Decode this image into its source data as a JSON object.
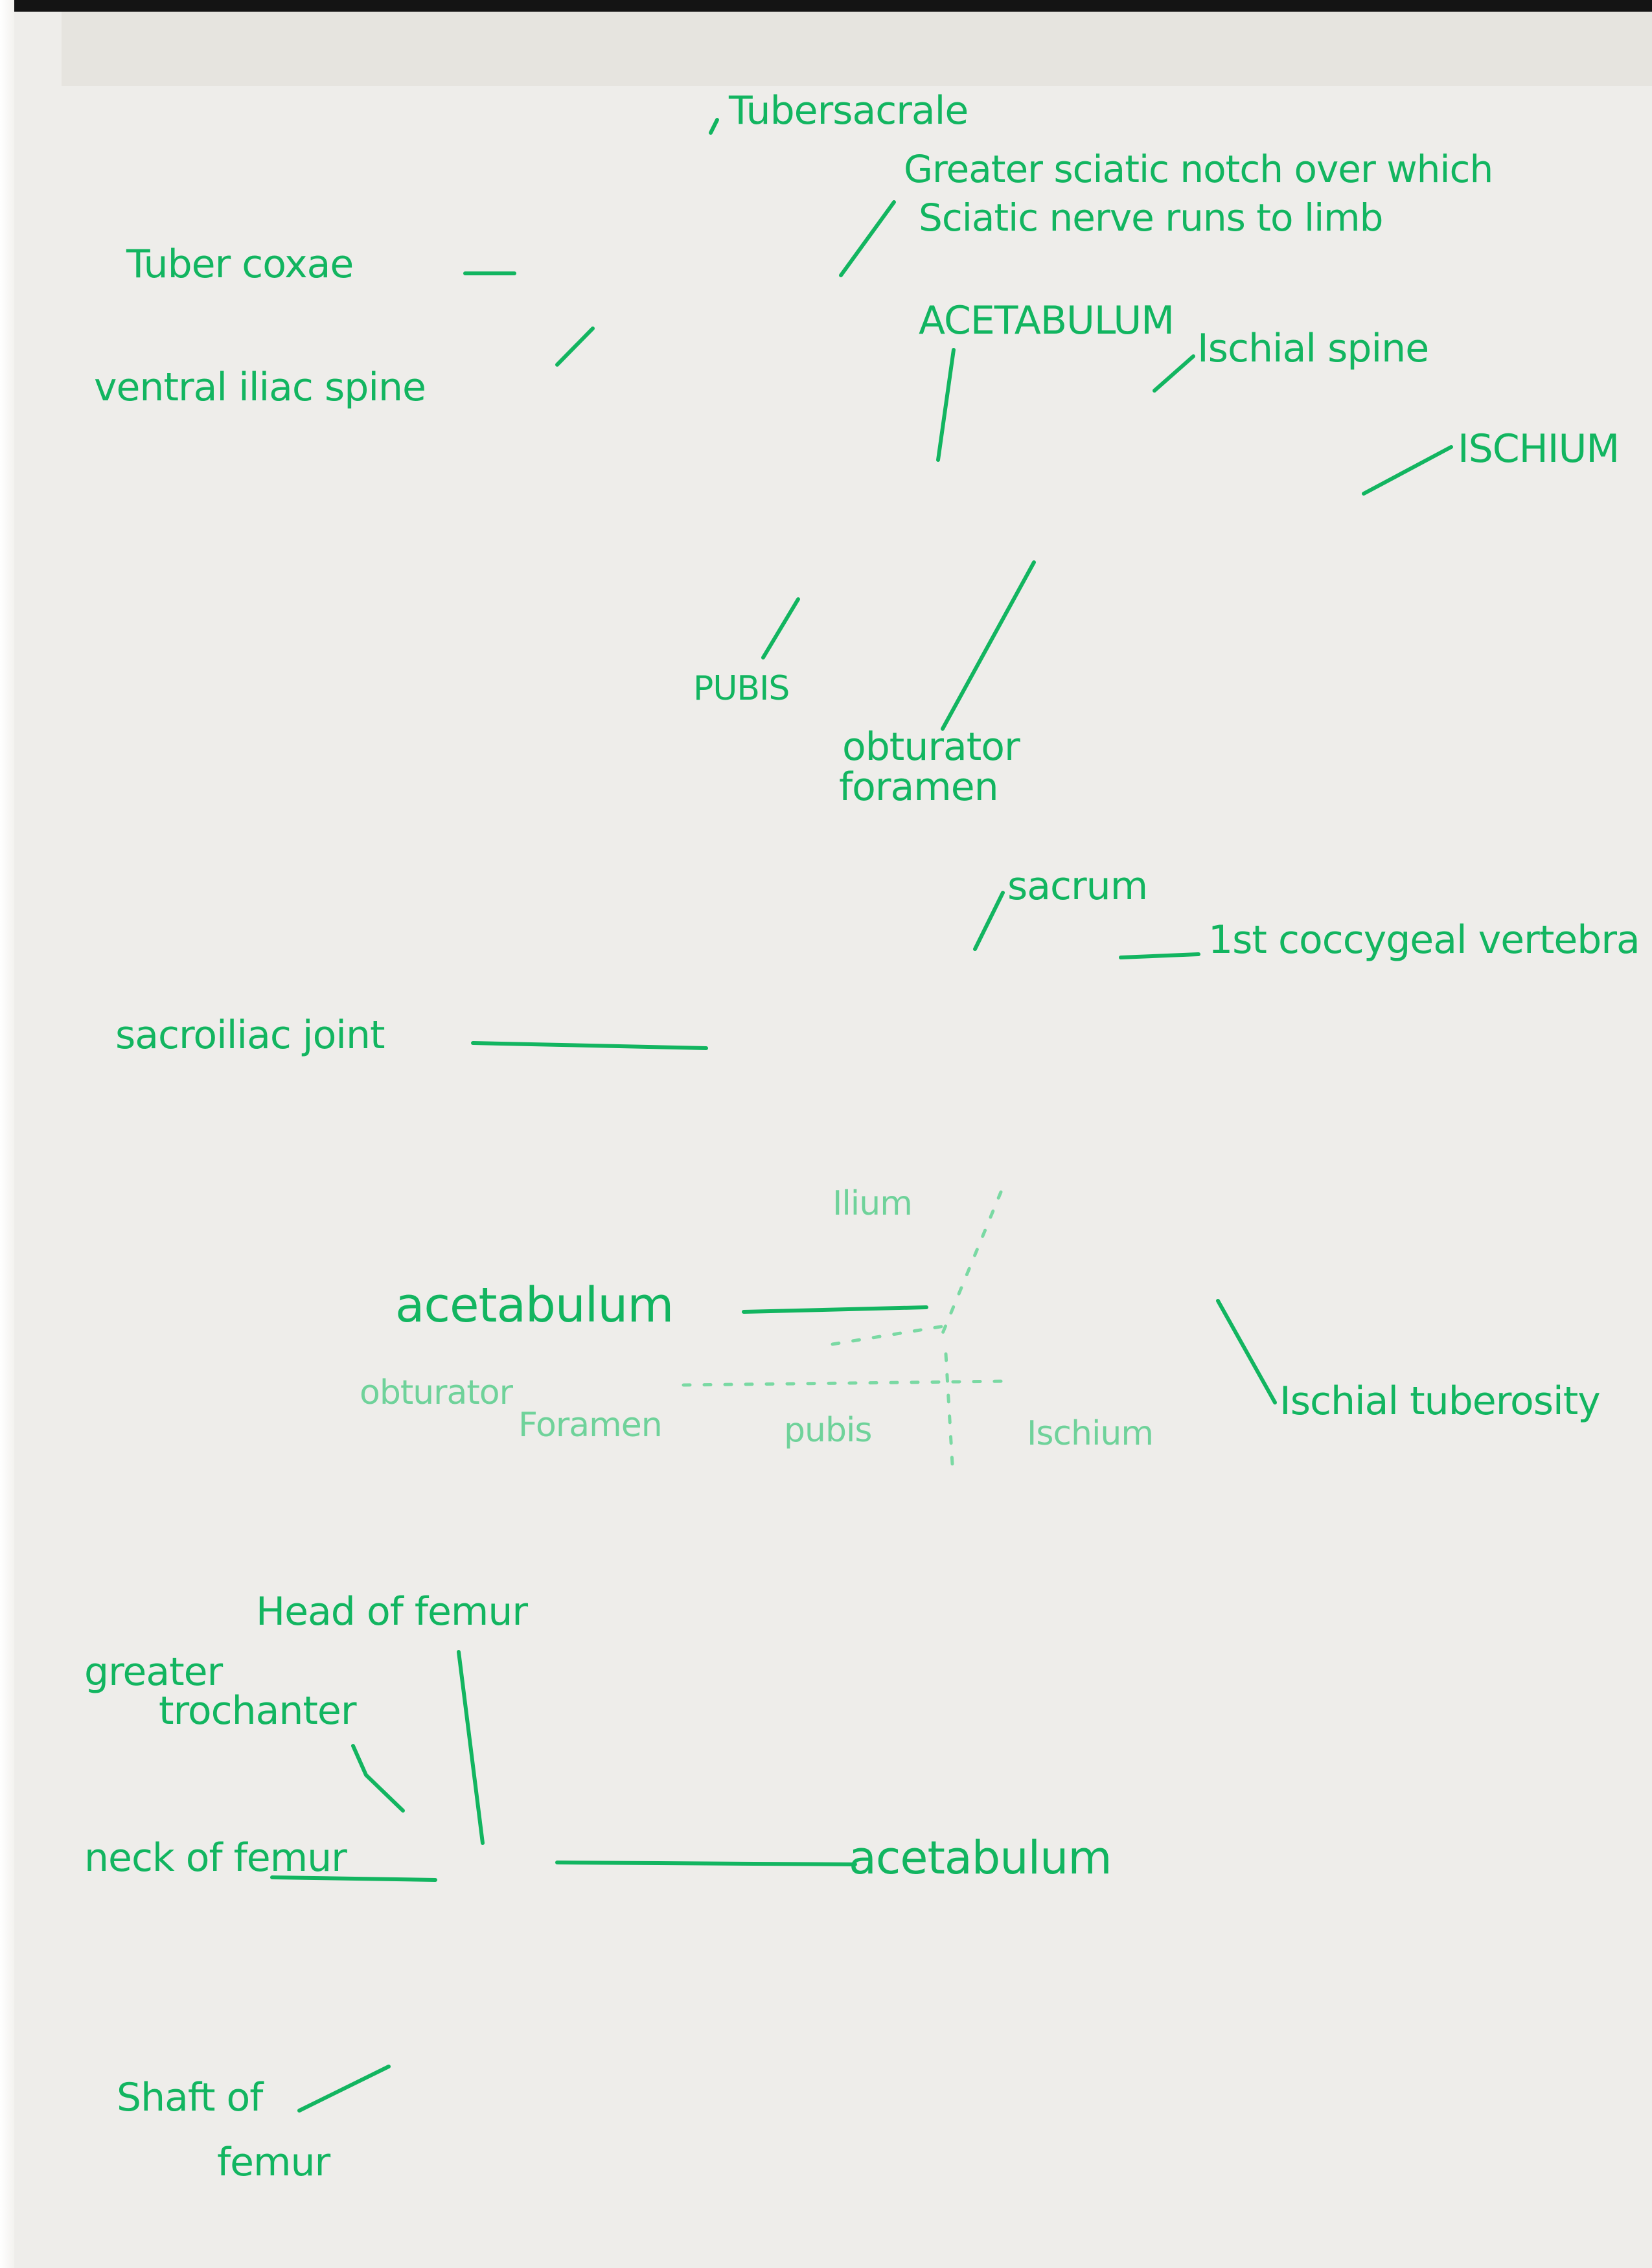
{
  "labels": {
    "tuber_sacrale": "Tubersacrale",
    "greater_sciatic_1": "Greater sciatic notch over which",
    "greater_sciatic_2": "Sciatic nerve runs to limb",
    "tuber_coxae": "Tuber coxae",
    "acetabulum_top": "ACETABULUM",
    "ischial_spine": "Ischial spine",
    "ventral_iliac_spine": "ventral iliac spine",
    "ischium_top": "ISCHIUM",
    "pubis_top": "PUBIS",
    "obturator_1": "obturator",
    "obturator_2": "foramen",
    "sacrum": "sacrum",
    "coccygeal": "1st coccygeal vertebra",
    "sacroiliac": "sacroiliac joint",
    "ilium_faint": "Ilium",
    "acetabulum_mid": "acetabulum",
    "ischial_tuberosity": "Ischial tuberosity",
    "obturator_faint_1": "obturator",
    "obturator_faint_2": "Foramen",
    "pubis_faint": "pubis",
    "ischium_faint": "Ischium",
    "head_of_femur": "Head of femur",
    "greater_trochanter_1": "greater",
    "greater_trochanter_2": "trochanter",
    "neck_of_femur": "neck of femur",
    "acetabulum_bottom": "acetabulum",
    "shaft_1": "Shaft of",
    "shaft_2": "femur"
  }
}
